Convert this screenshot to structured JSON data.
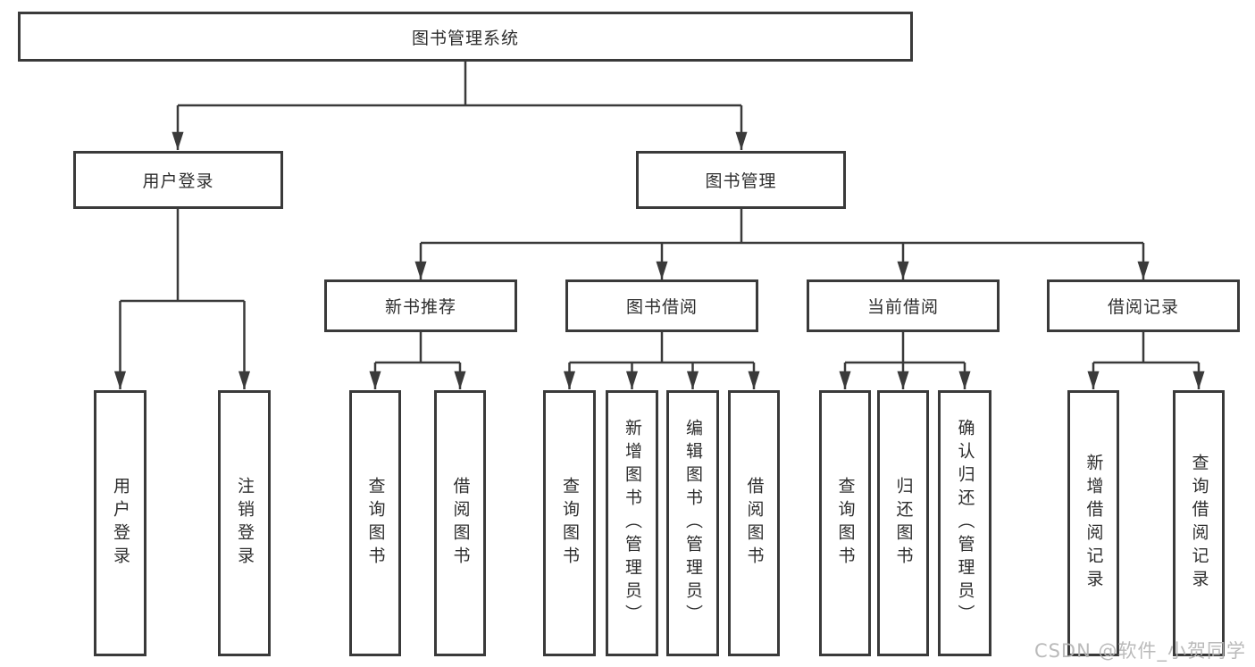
{
  "diagram": {
    "watermark": "CSDN @软件_小贺同学",
    "colors": {
      "line": "#3a3a3a",
      "text": "#2e2e2e",
      "background": "#ffffff",
      "watermark": "#b5b5b5"
    }
  },
  "tree": {
    "label": "图书管理系统",
    "children": [
      {
        "label": "用户登录",
        "children": [
          {
            "label": "用户登录"
          },
          {
            "label": "注销登录"
          }
        ]
      },
      {
        "label": "图书管理",
        "children": [
          {
            "label": "新书推荐",
            "children": [
              {
                "label": "查询图书"
              },
              {
                "label": "借阅图书"
              }
            ]
          },
          {
            "label": "图书借阅",
            "children": [
              {
                "label": "查询图书"
              },
              {
                "label": "新增图书（管理员）"
              },
              {
                "label": "编辑图书（管理员）"
              },
              {
                "label": "借阅图书"
              }
            ]
          },
          {
            "label": "当前借阅",
            "children": [
              {
                "label": "查询图书"
              },
              {
                "label": "归还图书"
              },
              {
                "label": "确认归还（管理员）"
              }
            ]
          },
          {
            "label": "借阅记录",
            "children": [
              {
                "label": "新增借阅记录"
              },
              {
                "label": "查询借阅记录"
              }
            ]
          }
        ]
      }
    ]
  }
}
